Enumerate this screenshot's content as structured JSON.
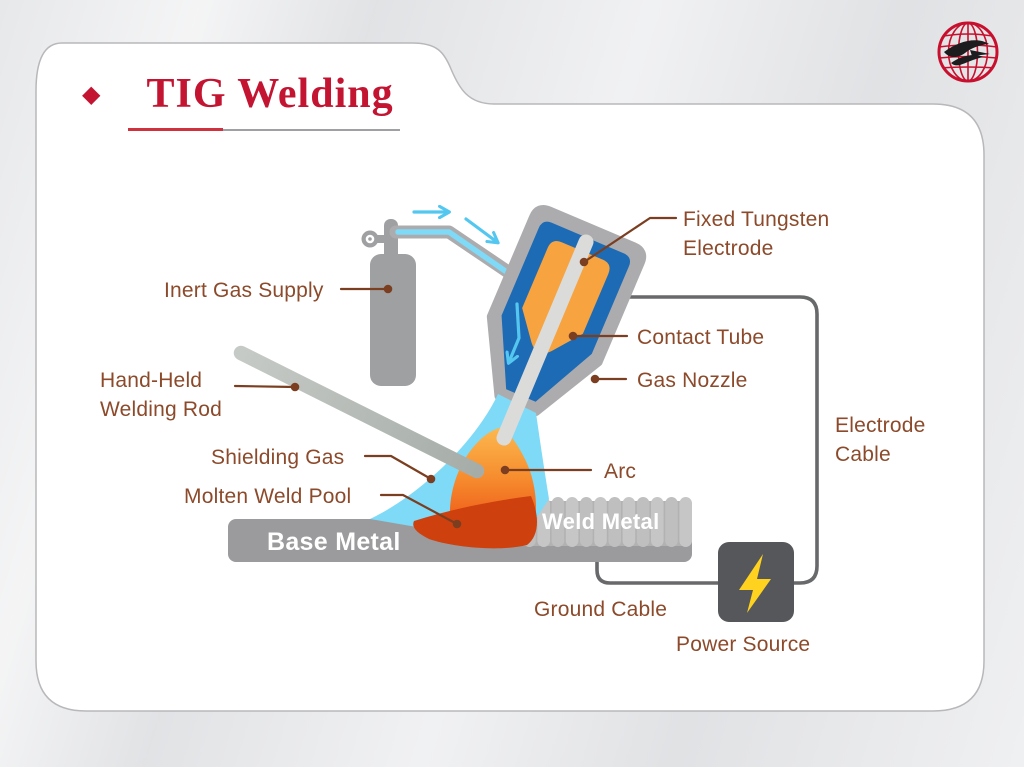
{
  "slide": {
    "title": "TIG Welding",
    "bullet": "◆"
  },
  "logo": {
    "icon": "globe-with-birds-logo"
  },
  "colors": {
    "title_red": "#C31432",
    "label_brown": "#8C4A2B",
    "connector_brown": "#7B3E20",
    "torch_blue": "#1E6BB5",
    "contact_tube_orange": "#F6A340",
    "gas_cyan": "#7EDAF7",
    "arc_orange": "#F68C2E",
    "molten_pool_red": "#CE400D",
    "metal_gray": "#9B9B9D",
    "weld_bead_gray": "#C6C6C6",
    "power_source_gray": "#56575A",
    "bolt_yellow": "#FFD21F",
    "cable_gray": "#68696B"
  },
  "labels": {
    "inert_gas_supply": "Inert Gas Supply",
    "hand_held_welding_rod": {
      "line1": "Hand-Held",
      "line2": "Welding Rod"
    },
    "shielding_gas": "Shielding Gas",
    "molten_weld_pool": "Molten Weld Pool",
    "arc": "Arc",
    "fixed_tungsten_electrode": {
      "line1": "Fixed Tungsten",
      "line2": "Electrode"
    },
    "contact_tube": "Contact Tube",
    "gas_nozzle": "Gas Nozzle",
    "electrode_cable": {
      "line1": "Electrode",
      "line2": "Cable"
    },
    "base_metal": "Base Metal",
    "weld_metal": "Weld Metal",
    "ground_cable": "Ground Cable",
    "power_source": "Power Source"
  }
}
